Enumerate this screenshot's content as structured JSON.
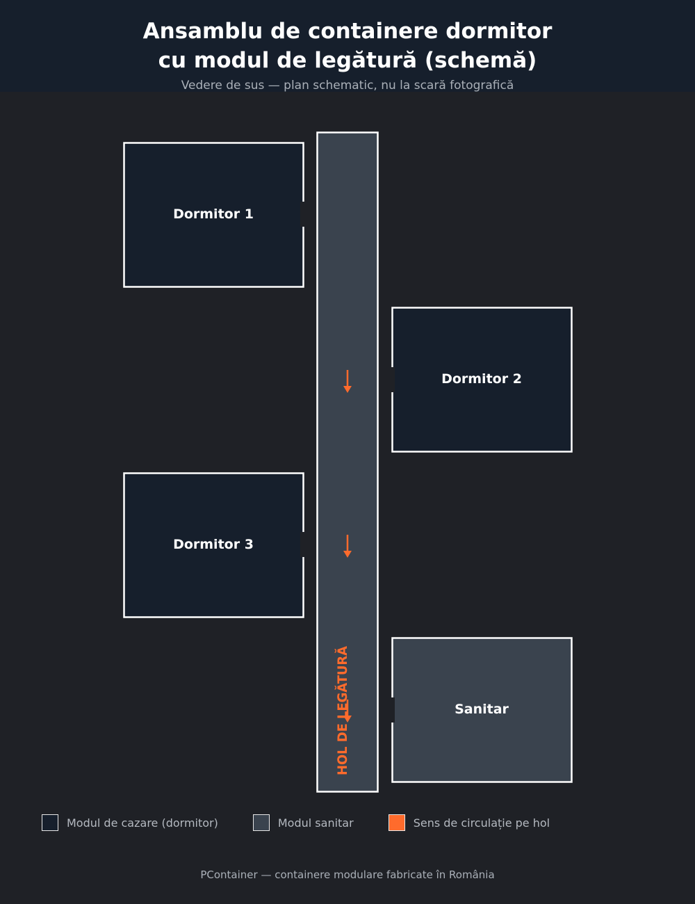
{
  "header": {
    "title_line1": "Ansamblu de containere dormitor",
    "title_line2": "cu modul de legătură (schemă)",
    "subtitle": "Vedere de sus — plan schematic, nu la scară fotografică"
  },
  "diagram": {
    "corridor_label": "HOL DE LEGĂTURĂ",
    "modules": [
      {
        "label": "Dormitor 1",
        "kind": "dormitor",
        "side": "left"
      },
      {
        "label": "Dormitor 2",
        "kind": "dormitor",
        "side": "right"
      },
      {
        "label": "Dormitor 3",
        "kind": "dormitor",
        "side": "left"
      },
      {
        "label": "Sanitar",
        "kind": "sanitar",
        "side": "right"
      }
    ],
    "flow_direction": "down"
  },
  "legend": {
    "room": "Modul de cazare (dormitor)",
    "sanitar": "Modul sanitar",
    "flow": "Sens de circulație pe hol"
  },
  "colors": {
    "background": "#1f2126",
    "header_bg": "#161f2c",
    "dormitor_fill": "#161f2c",
    "sanitar_fill": "#3a434e",
    "corridor_fill": "#3a434e",
    "accent": "#ff6b2c",
    "outline": "#ffffff"
  },
  "footer": {
    "text": "PContainer — containere modulare fabricate în România"
  }
}
